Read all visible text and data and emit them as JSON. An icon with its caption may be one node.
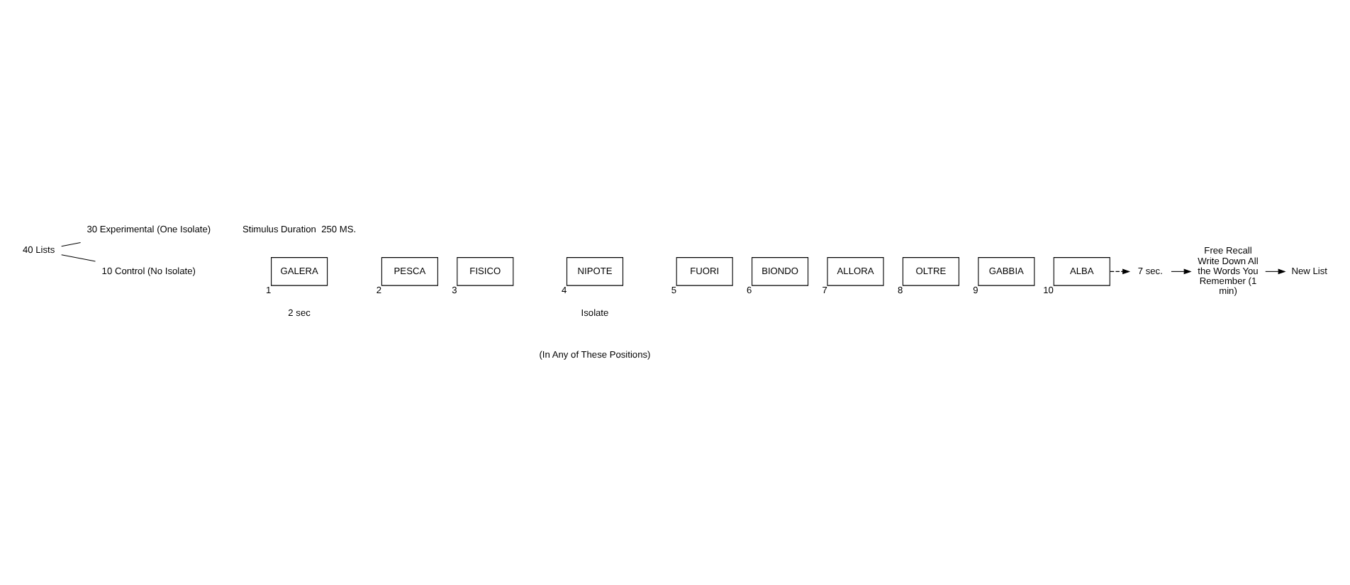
{
  "diagram": {
    "nodes": [
      {
        "text": [
          "40 Lists"
        ]
      },
      {
        "text": [
          "30 Experimental (One Isolate)"
        ]
      },
      {
        "text": [
          "10 Control (No Isolate)"
        ]
      },
      {
        "text": [
          "GALERA"
        ],
        "beside": [
          "1"
        ]
      },
      {
        "text": [
          "PESCA"
        ],
        "beside": [
          "2"
        ]
      },
      {
        "text": [
          "FISICO"
        ],
        "beside": [
          "3"
        ]
      },
      {
        "text": [
          "NIPOTE"
        ],
        "beside": [
          "4"
        ]
      },
      {
        "text": [
          "FUORI"
        ],
        "beside": [
          "5"
        ]
      },
      {
        "text": [
          "BIONDO"
        ],
        "beside": [
          "6"
        ]
      },
      {
        "text": [
          "ALLORA"
        ],
        "beside": [
          "7"
        ]
      },
      {
        "text": [
          "OLTRE"
        ],
        "beside": [
          "8"
        ]
      },
      {
        "text": [
          "GABBIA"
        ],
        "beside": [
          "9"
        ]
      },
      {
        "text": [
          "ALBA"
        ],
        "beside": [
          "10"
        ]
      },
      {
        "text": [
          "7 sec."
        ]
      },
      {
        "text": [
          "Free Recall Write Down All the Words You Remember (1 min)"
        ]
      },
      {
        "text": [
          "New List"
        ]
      }
    ],
    "edges": [
      {
        "from": 0,
        "to": 1,
        "arrow": "none"
      },
      {
        "from": 0,
        "to": 2,
        "arrow": "none"
      },
      {
        "from": 12,
        "to": 13,
        "arrow": "to",
        "style": "dashed"
      },
      {
        "from": 13,
        "to": 14,
        "arrow": "to"
      },
      {
        "from": 14,
        "to": 15,
        "arrow": "to"
      }
    ],
    "labels": [
      "2 sec",
      "Isolate",
      "(In Any of These Positions)",
      "Stimulus Duration  250 MS."
    ]
  }
}
